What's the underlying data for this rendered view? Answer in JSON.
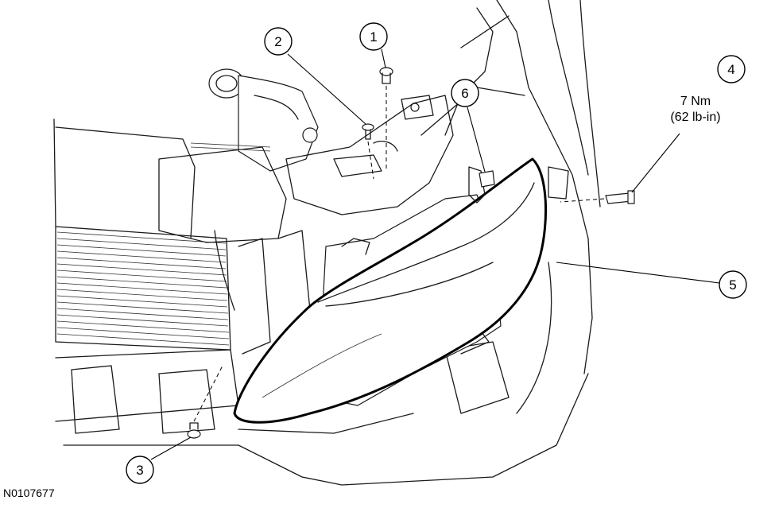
{
  "figure_id": "N0107677",
  "callouts": [
    {
      "number": "1"
    },
    {
      "number": "2"
    },
    {
      "number": "3"
    },
    {
      "number": "4",
      "spec_line1": "7 Nm",
      "spec_line2": "(62 lb-in)"
    },
    {
      "number": "5"
    },
    {
      "number": "6"
    }
  ]
}
